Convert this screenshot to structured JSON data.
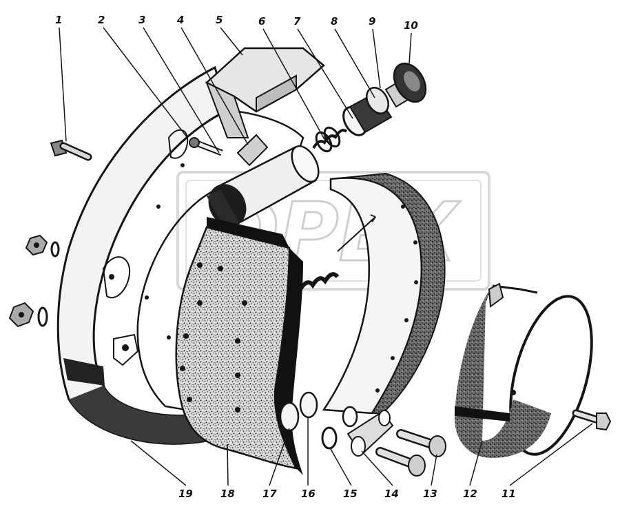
{
  "figure": {
    "watermark": "ОРЕХ",
    "callouts": [
      {
        "id": "1",
        "label": "1"
      },
      {
        "id": "2",
        "label": "2"
      },
      {
        "id": "3",
        "label": "3"
      },
      {
        "id": "4",
        "label": "4"
      },
      {
        "id": "5",
        "label": "5"
      },
      {
        "id": "6",
        "label": "6"
      },
      {
        "id": "7",
        "label": "7"
      },
      {
        "id": "8",
        "label": "8"
      },
      {
        "id": "9",
        "label": "9"
      },
      {
        "id": "10",
        "label": "10"
      },
      {
        "id": "11",
        "label": "11"
      },
      {
        "id": "12",
        "label": "12"
      },
      {
        "id": "13",
        "label": "13"
      },
      {
        "id": "14",
        "label": "14"
      },
      {
        "id": "15",
        "label": "15"
      },
      {
        "id": "16",
        "label": "16"
      },
      {
        "id": "17",
        "label": "17"
      },
      {
        "id": "18",
        "label": "18"
      },
      {
        "id": "19",
        "label": "19"
      }
    ]
  }
}
